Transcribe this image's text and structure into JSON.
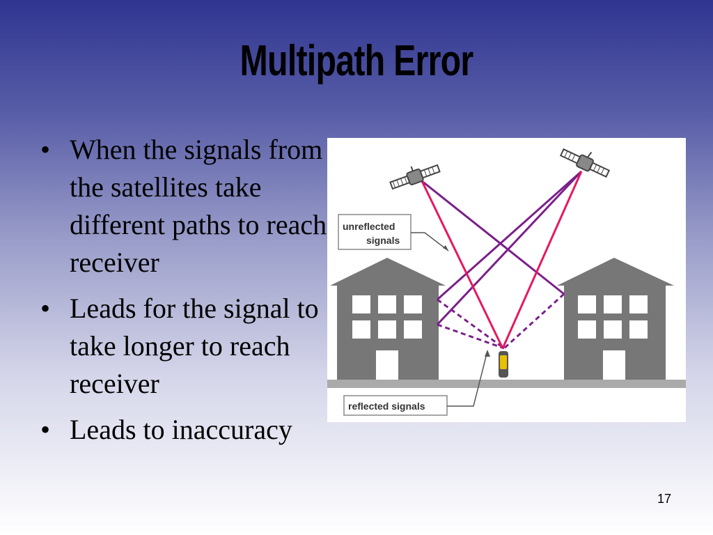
{
  "slide": {
    "title": "Multipath Error",
    "bullets": [
      "When the signals from the satellites take different paths to reach receiver",
      "Leads for the signal to take longer to reach receiver",
      "Leads to inaccuracy"
    ],
    "page_number": "17"
  },
  "figure": {
    "labels": {
      "unreflected_line1": "unreflected",
      "unreflected_line2": "signals",
      "reflected": "reflected signals"
    },
    "colors": {
      "direct_signal": "#e8175d",
      "reflected_signal": "#7b1f8a",
      "building": "#777777",
      "ground": "#aaaaaa"
    }
  }
}
